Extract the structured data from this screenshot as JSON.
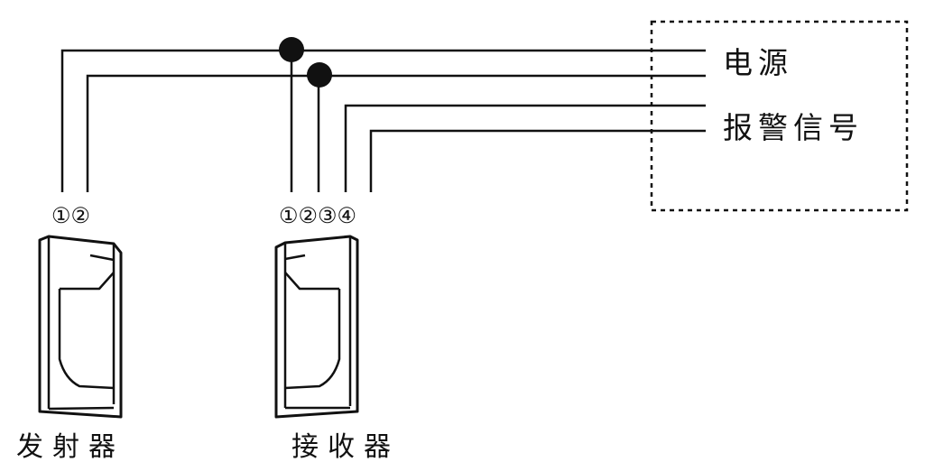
{
  "control_panel": {
    "labels": {
      "power": "电源",
      "alarm_signal": "报警信号"
    }
  },
  "transmitter": {
    "terminals": "①②",
    "caption": "发射器"
  },
  "receiver": {
    "terminals": "①②③④",
    "caption": "接收器"
  }
}
